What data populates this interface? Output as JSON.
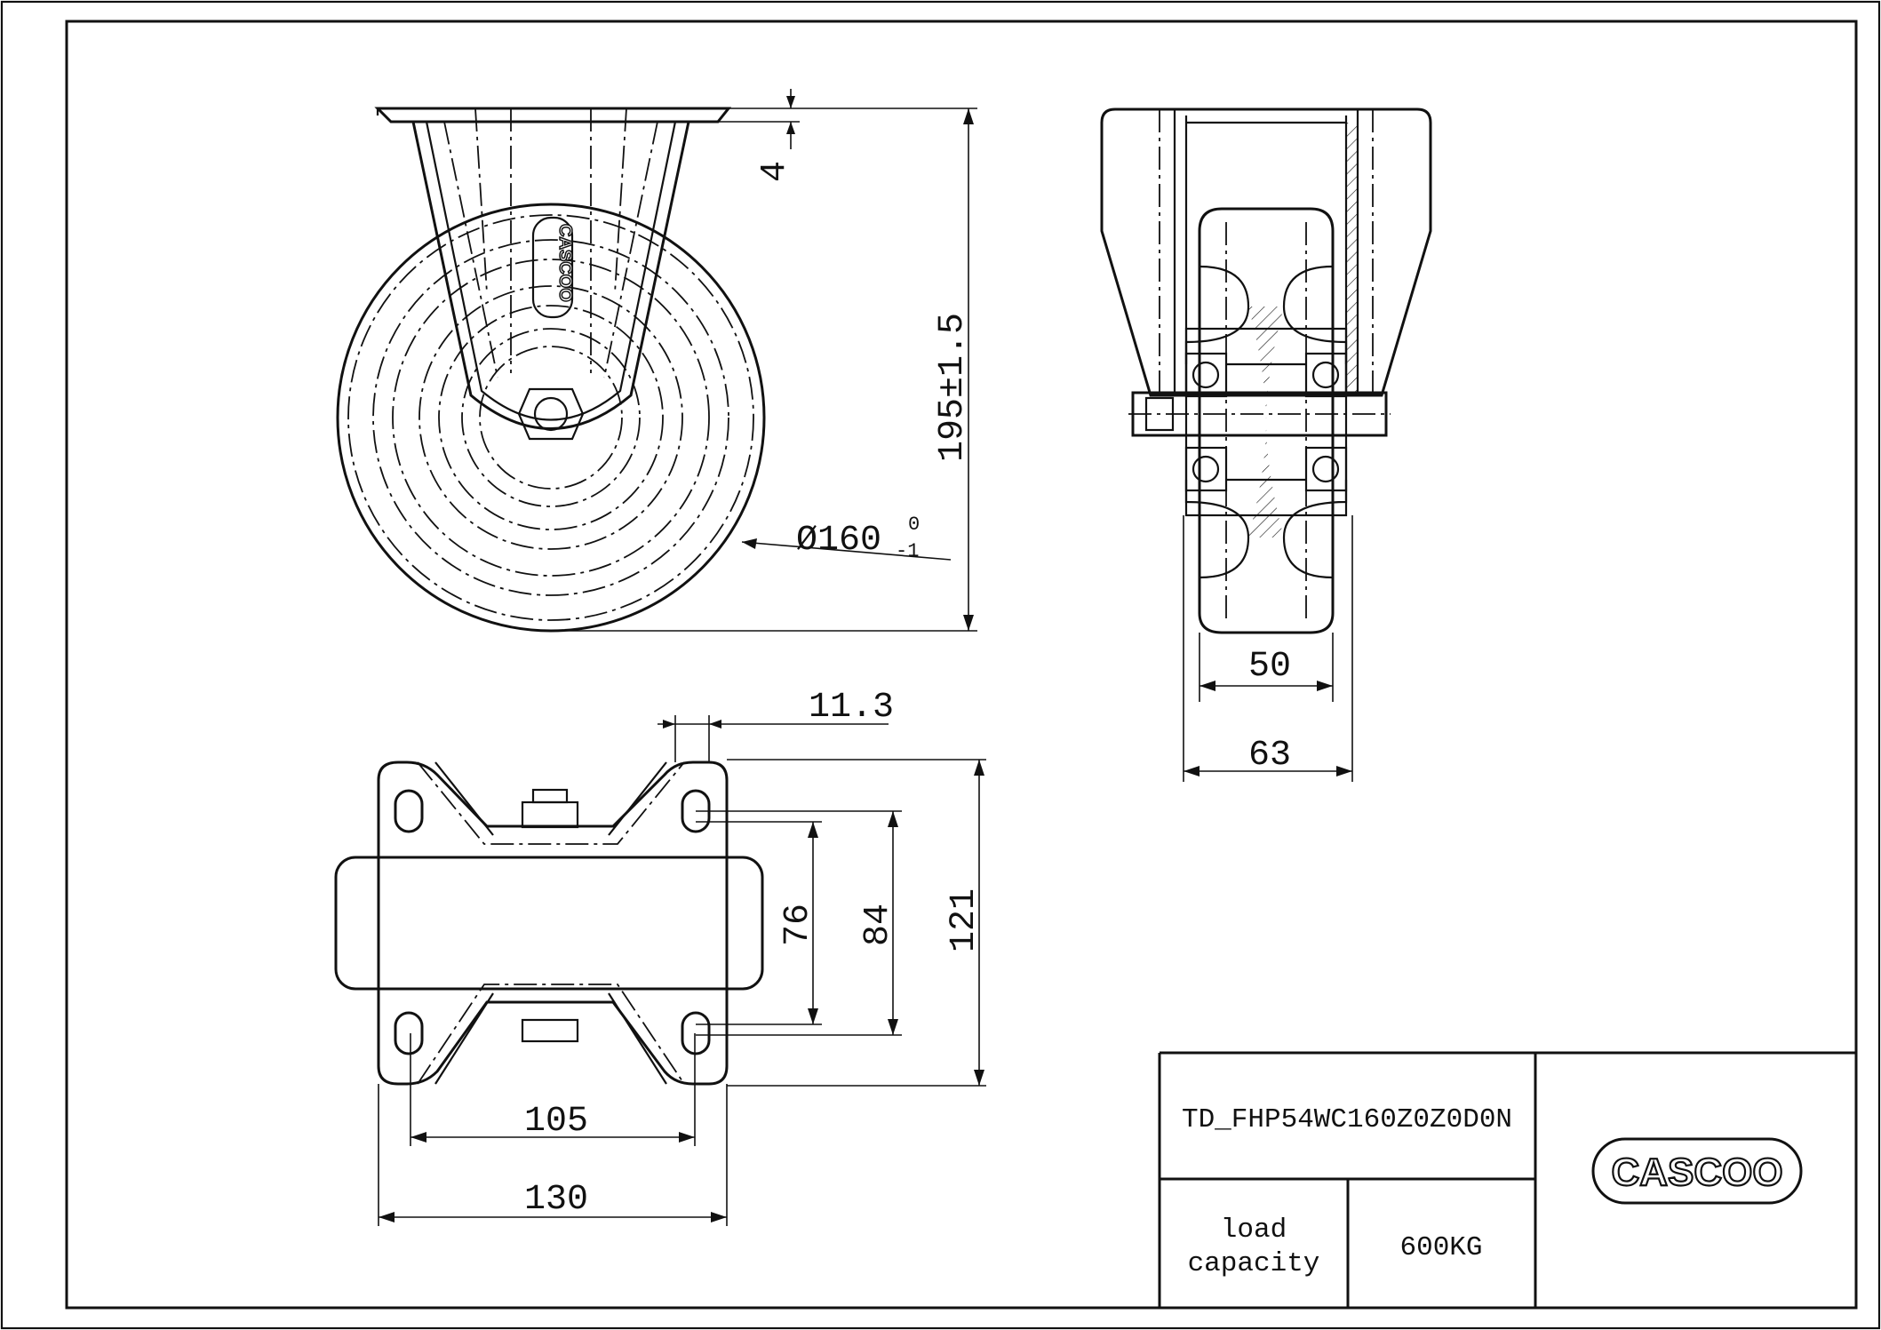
{
  "dimensions": {
    "plate_thickness": "4",
    "overall_height": "195±1.5",
    "wheel_diameter": "Ø160",
    "wheel_diameter_tol_upper": "0",
    "wheel_diameter_tol_lower": "-1",
    "hole_offset": "11.3",
    "wheel_width": "50",
    "hub_width": "63",
    "hole_spacing_y_inner": "76",
    "hole_spacing_y": "84",
    "plate_length": "121",
    "hole_spacing_x": "105",
    "plate_width": "130"
  },
  "title_block": {
    "part_number": "TD_FHP54WC160Z0Z0D0N",
    "load_label_line1": "load",
    "load_label_line2": "capacity",
    "load_value": "600KG",
    "brand": "CASCOO"
  },
  "colors": {
    "line": "#111111",
    "background": "#ffffff"
  }
}
